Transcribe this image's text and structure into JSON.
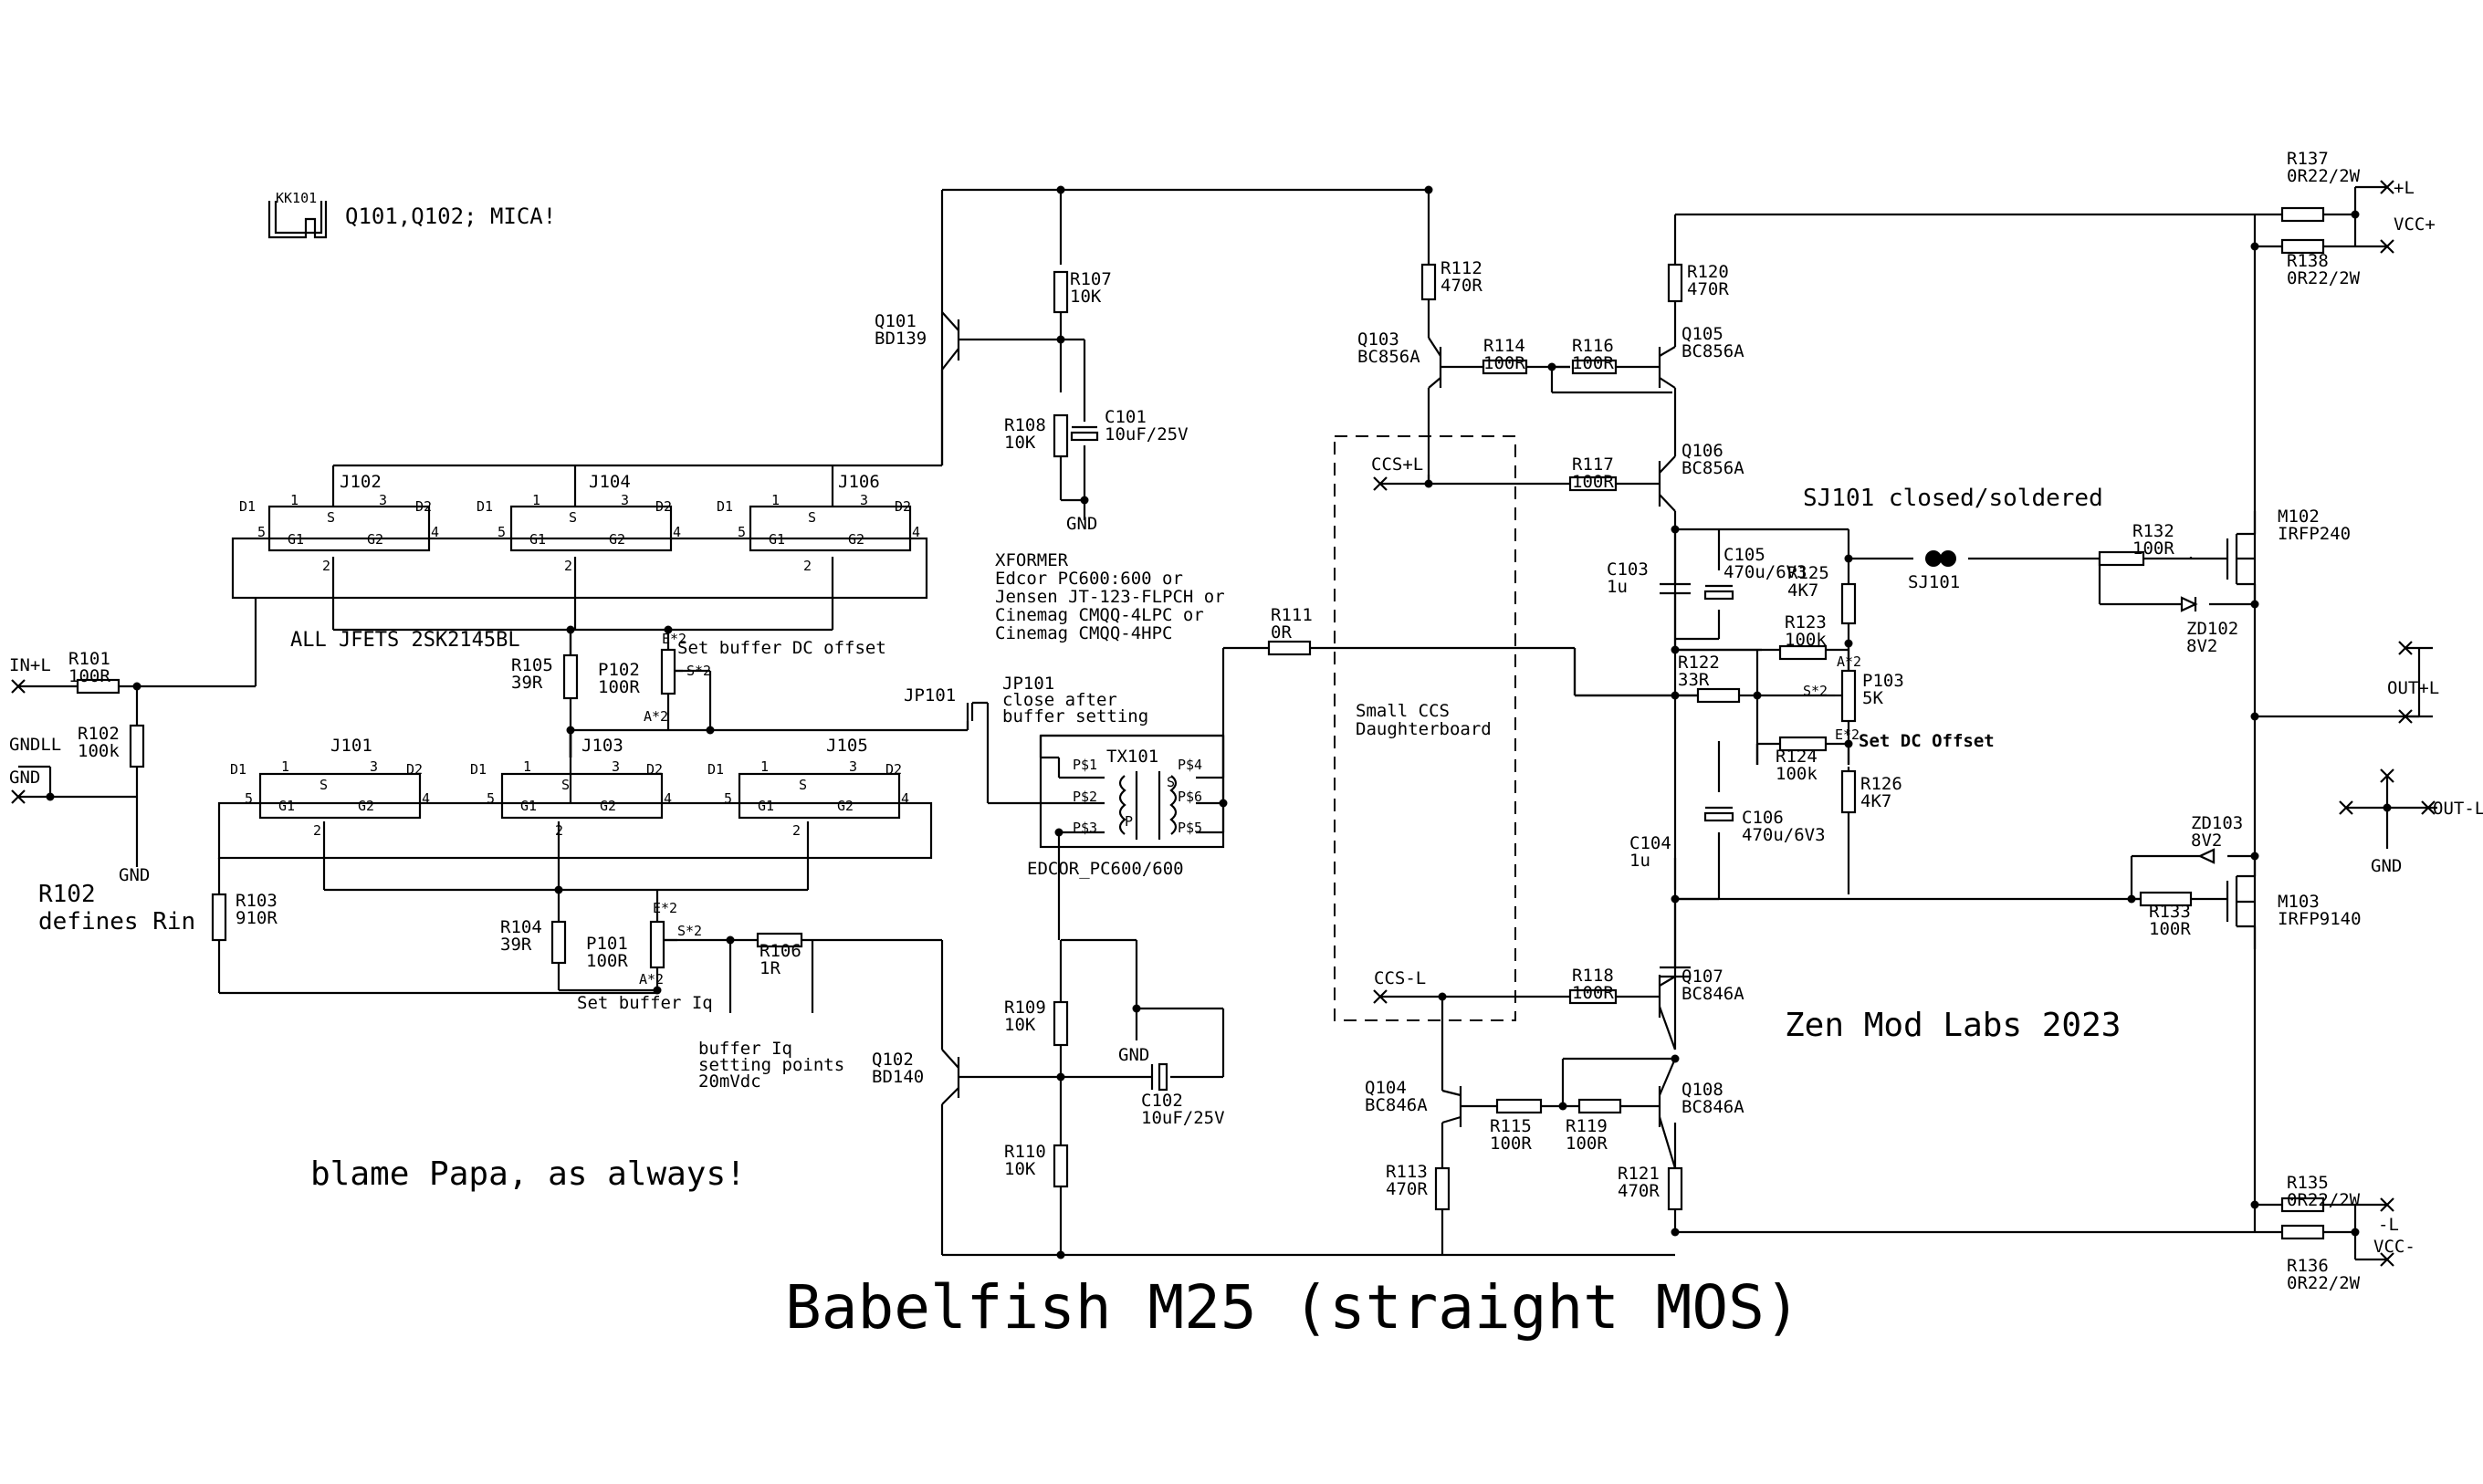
{
  "title": "Babelfish M25 (straight MOS)",
  "credit": "Zen Mod Labs 2023",
  "note_blame": "blame Papa, as always!",
  "note_rin": [
    "R102",
    "defines Rin"
  ],
  "note_mica": "Q101,Q102; MICA!",
  "note_jfets": "ALL JFETS 2SK2145BL",
  "note_sj101": "SJ101 closed/soldered",
  "note_xformer": [
    "XFORMER",
    "Edcor PC600:600 or",
    "Jensen JT-123-FLPCH or",
    "Cinemag CMQQ-4LPC or",
    "Cinemag CMQQ-4HPC"
  ],
  "note_jp101": [
    "JP101",
    "close after",
    "buffer setting"
  ],
  "note_ccs": [
    "Small CCS",
    "Daughterboard"
  ],
  "note_iq_points": [
    "buffer Iq",
    "setting points",
    "20mVdc"
  ],
  "note_buffer_dc": "Set buffer DC offset",
  "note_buffer_iq": "Set buffer Iq",
  "note_dc_offset": "Set DC Offset",
  "heatsink": "KK101",
  "nets": {
    "in_l": "IN+L",
    "gndll": "GNDLL",
    "gnd": "GND",
    "out_pl": "OUT+L",
    "out_ml": "OUT-L",
    "vcc_plus": "VCC+",
    "vcc_minus": "VCC-",
    "p_l": "+L",
    "m_l": "-L",
    "ccs_plus": "CCS+L",
    "ccs_minus": "CCS-L"
  },
  "jfet": {
    "J102": "J102",
    "J104": "J104",
    "J106": "J106",
    "J101": "J101",
    "J103": "J103",
    "J105": "J105",
    "pin_d1": "D1",
    "pin_d2": "D2",
    "pin_s": "S",
    "pin_g1": "G1",
    "pin_g2": "G2",
    "n1": "1",
    "n2": "2",
    "n3": "3",
    "n4": "4",
    "n5": "5"
  },
  "tx": {
    "ref": "TX101",
    "name": "EDCOR_PC600/600",
    "ps1": "P$1",
    "ps2": "P$2",
    "ps3": "P$3",
    "ps4": "P$4",
    "ps5": "P$5",
    "ps6": "P$6",
    "p": "P",
    "s": "S"
  },
  "pot_pins": {
    "e": "E*2",
    "a": "A*2",
    "s": "S*2"
  },
  "components": {
    "R101": [
      "R101",
      "100R"
    ],
    "R102": [
      "R102",
      "100k"
    ],
    "R103": [
      "R103",
      "910R"
    ],
    "R104": [
      "R104",
      "39R"
    ],
    "R105": [
      "R105",
      "39R"
    ],
    "R106": [
      "R106",
      "1R"
    ],
    "R107": [
      "R107",
      "10K"
    ],
    "R108": [
      "R108",
      "10K"
    ],
    "R109": [
      "R109",
      "10K"
    ],
    "R110": [
      "R110",
      "10K"
    ],
    "R111": [
      "R111",
      "0R"
    ],
    "R112": [
      "R112",
      "470R"
    ],
    "R113": [
      "R113",
      "470R"
    ],
    "R114": [
      "R114",
      "100R"
    ],
    "R115": [
      "R115",
      "100R"
    ],
    "R116": [
      "R116",
      "100R"
    ],
    "R117": [
      "R117",
      "100R"
    ],
    "R118": [
      "R118",
      "100R"
    ],
    "R119": [
      "R119",
      "100R"
    ],
    "R120": [
      "R120",
      "470R"
    ],
    "R121": [
      "R121",
      "470R"
    ],
    "R122": [
      "R122",
      "33R"
    ],
    "R123": [
      "R123",
      "100k"
    ],
    "R124": [
      "R124",
      "100k"
    ],
    "R125": [
      "R125",
      "4K7"
    ],
    "R126": [
      "R126",
      "4K7"
    ],
    "R132": [
      "R132",
      "100R"
    ],
    "R133": [
      "R133",
      "100R"
    ],
    "R135": [
      "R135",
      "0R22/2W"
    ],
    "R136": [
      "R136",
      "0R22/2W"
    ],
    "R137": [
      "R137",
      "0R22/2W"
    ],
    "R138": [
      "R138",
      "0R22/2W"
    ],
    "C101": [
      "C101",
      "10uF/25V"
    ],
    "C102": [
      "C102",
      "10uF/25V"
    ],
    "C103": [
      "C103",
      "1u"
    ],
    "C104": [
      "C104",
      "1u"
    ],
    "C105": [
      "C105",
      "470u/6V3"
    ],
    "C106": [
      "C106",
      "470u/6V3"
    ],
    "P101": [
      "P101",
      "100R"
    ],
    "P102": [
      "P102",
      "100R"
    ],
    "P103": [
      "P103",
      "5K"
    ],
    "Q101": [
      "Q101",
      "BD139"
    ],
    "Q102": [
      "Q102",
      "BD140"
    ],
    "Q103": [
      "Q103",
      "BC856A"
    ],
    "Q104": [
      "Q104",
      "BC846A"
    ],
    "Q105": [
      "Q105",
      "BC856A"
    ],
    "Q106": [
      "Q106",
      "BC856A"
    ],
    "Q107": [
      "Q107",
      "BC846A"
    ],
    "Q108": [
      "Q108",
      "BC846A"
    ],
    "M102": [
      "M102",
      "IRFP240"
    ],
    "M103": [
      "M103",
      "IRFP9140"
    ],
    "ZD102": [
      "ZD102",
      "8V2"
    ],
    "ZD103": [
      "ZD103",
      "8V2"
    ],
    "SJ101": [
      "SJ101"
    ],
    "JP101": [
      "JP101"
    ]
  }
}
